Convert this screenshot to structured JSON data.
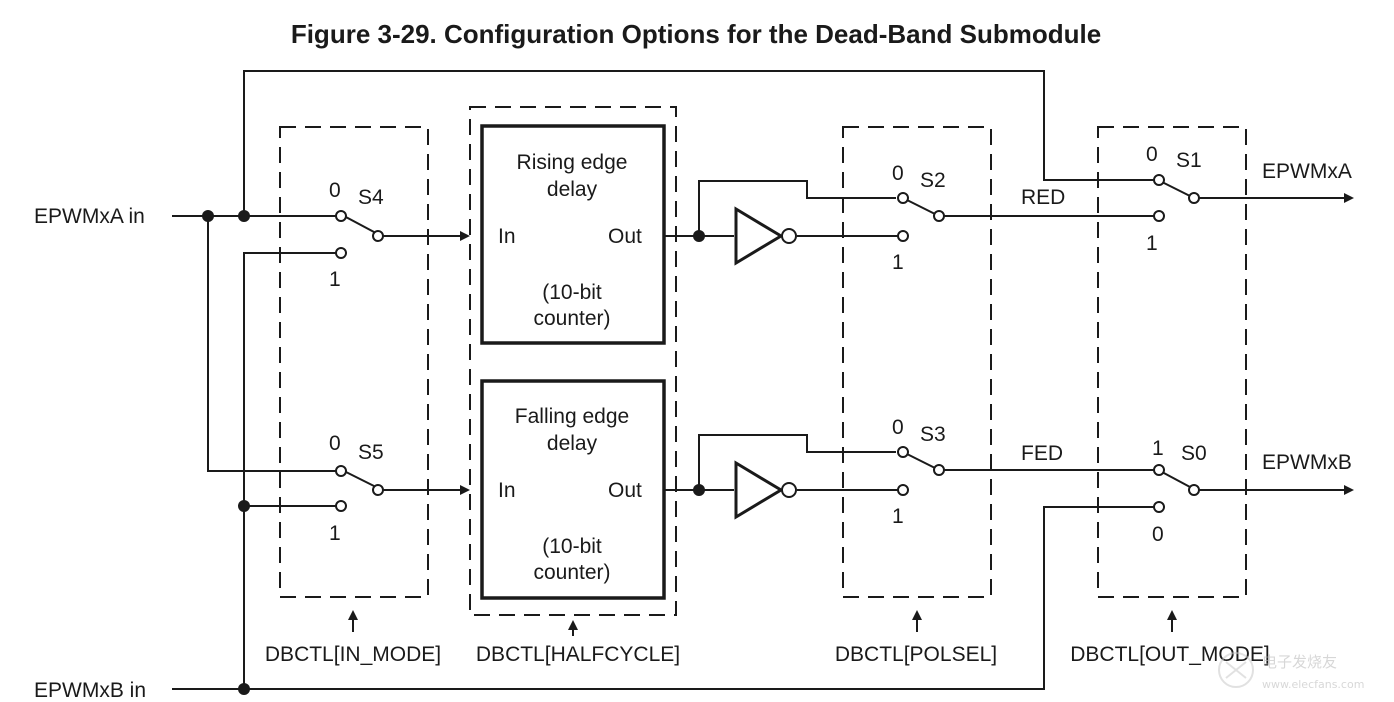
{
  "title": "Figure 3-29. Configuration Options for the Dead-Band Submodule",
  "inputs": {
    "a": "EPWMxA in",
    "b": "EPWMxB in"
  },
  "outputs": {
    "a": "EPWMxA",
    "b": "EPWMxB"
  },
  "switches": {
    "s4": {
      "name": "S4",
      "pos0": "0",
      "pos1": "1"
    },
    "s5": {
      "name": "S5",
      "pos0": "0",
      "pos1": "1"
    },
    "s2": {
      "name": "S2",
      "pos0": "0",
      "pos1": "1"
    },
    "s3": {
      "name": "S3",
      "pos0": "0",
      "pos1": "1"
    },
    "s1": {
      "name": "S1",
      "pos_top": "0",
      "pos_bottom": "1"
    },
    "s0": {
      "name": "S0",
      "pos_top": "1",
      "pos_bottom": "0"
    }
  },
  "blocks": {
    "rising": {
      "line1": "Rising edge",
      "line2": "delay",
      "in": "In",
      "out": "Out",
      "note1": "(10-bit",
      "note2": "counter)"
    },
    "falling": {
      "line1": "Falling edge",
      "line2": "delay",
      "in": "In",
      "out": "Out",
      "note1": "(10-bit",
      "note2": "counter)"
    }
  },
  "signals": {
    "red": "RED",
    "fed": "FED"
  },
  "registers": {
    "in_mode": "DBCTL[IN_MODE]",
    "halfcycle": "DBCTL[HALFCYCLE]",
    "polsel": "DBCTL[POLSEL]",
    "out_mode": "DBCTL[OUT_MODE]"
  },
  "watermark": "电子发烧友\nwww.elecfans.com"
}
